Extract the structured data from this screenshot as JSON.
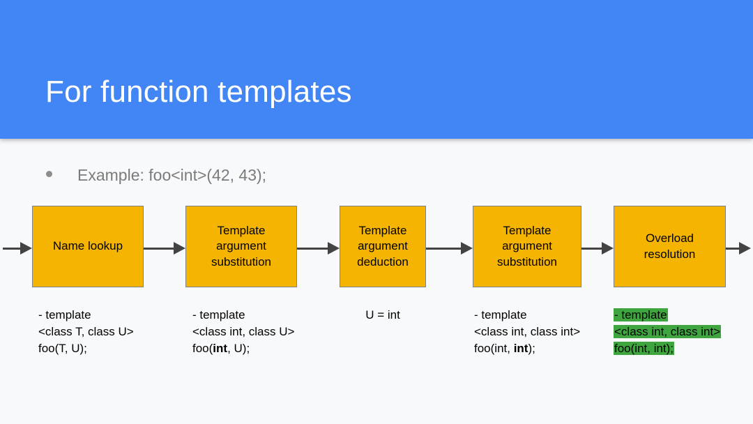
{
  "slide": {
    "title": "For function templates",
    "accent_color": "#4285f4",
    "body_background": "#f8f9fa",
    "box_fill": "#f5b400",
    "box_border": "#7f7f7f",
    "arrow_color": "#434343",
    "highlight_color": "#3fa63f",
    "bullet_color": "#7b7b7b"
  },
  "bullet": {
    "marker": "bullet-dot",
    "text": "Example: foo<int>(42, 43);"
  },
  "flow": {
    "boxes": [
      {
        "label": "Name lookup",
        "lines": [
          "Name lookup"
        ]
      },
      {
        "label": "Template argument substitution",
        "lines": [
          "Template",
          "argument",
          "substitution"
        ]
      },
      {
        "label": "Template argument deduction",
        "lines": [
          "Template",
          "argument",
          "deduction"
        ]
      },
      {
        "label": "Template argument substitution",
        "lines": [
          "Template",
          "argument",
          "substitution"
        ]
      },
      {
        "label": "Overload resolution",
        "lines": [
          "Overload",
          "resolution"
        ]
      }
    ],
    "arrows": [
      {
        "name": "arrow-into-name-lookup"
      },
      {
        "name": "arrow-1-to-2"
      },
      {
        "name": "arrow-2-to-3"
      },
      {
        "name": "arrow-3-to-4"
      },
      {
        "name": "arrow-4-to-5"
      },
      {
        "name": "arrow-out-of-overload-resolution"
      }
    ]
  },
  "captions": [
    {
      "name": "caption-name-lookup",
      "highlighted": false,
      "lines": [
        {
          "parts": [
            {
              "text": "- template",
              "bold": false
            }
          ]
        },
        {
          "parts": [
            {
              "text": "<class T, class U>",
              "bold": false
            }
          ]
        },
        {
          "parts": [
            {
              "text": "foo(T, U);",
              "bold": false
            }
          ]
        }
      ]
    },
    {
      "name": "caption-substitution-1",
      "highlighted": false,
      "lines": [
        {
          "parts": [
            {
              "text": "- template",
              "bold": false
            }
          ]
        },
        {
          "parts": [
            {
              "text": "<class int, class U>",
              "bold": false
            }
          ]
        },
        {
          "parts": [
            {
              "text": "foo(",
              "bold": false
            },
            {
              "text": "int",
              "bold": true
            },
            {
              "text": ", U);",
              "bold": false
            }
          ]
        }
      ]
    },
    {
      "name": "caption-deduction",
      "highlighted": false,
      "lines": [
        {
          "parts": [
            {
              "text": "U = int",
              "bold": false
            }
          ]
        }
      ]
    },
    {
      "name": "caption-substitution-2",
      "highlighted": false,
      "lines": [
        {
          "parts": [
            {
              "text": "- template",
              "bold": false
            }
          ]
        },
        {
          "parts": [
            {
              "text": "<class int, class int>",
              "bold": false
            }
          ]
        },
        {
          "parts": [
            {
              "text": "foo(int, ",
              "bold": false
            },
            {
              "text": "int",
              "bold": true
            },
            {
              "text": ");",
              "bold": false
            }
          ]
        }
      ]
    },
    {
      "name": "caption-overload-resolution",
      "highlighted": true,
      "lines": [
        {
          "parts": [
            {
              "text": "- template",
              "bold": false
            }
          ]
        },
        {
          "parts": [
            {
              "text": "<class int, class int>",
              "bold": false
            }
          ]
        },
        {
          "parts": [
            {
              "text": "foo(int, int);",
              "bold": false
            }
          ]
        }
      ]
    }
  ]
}
